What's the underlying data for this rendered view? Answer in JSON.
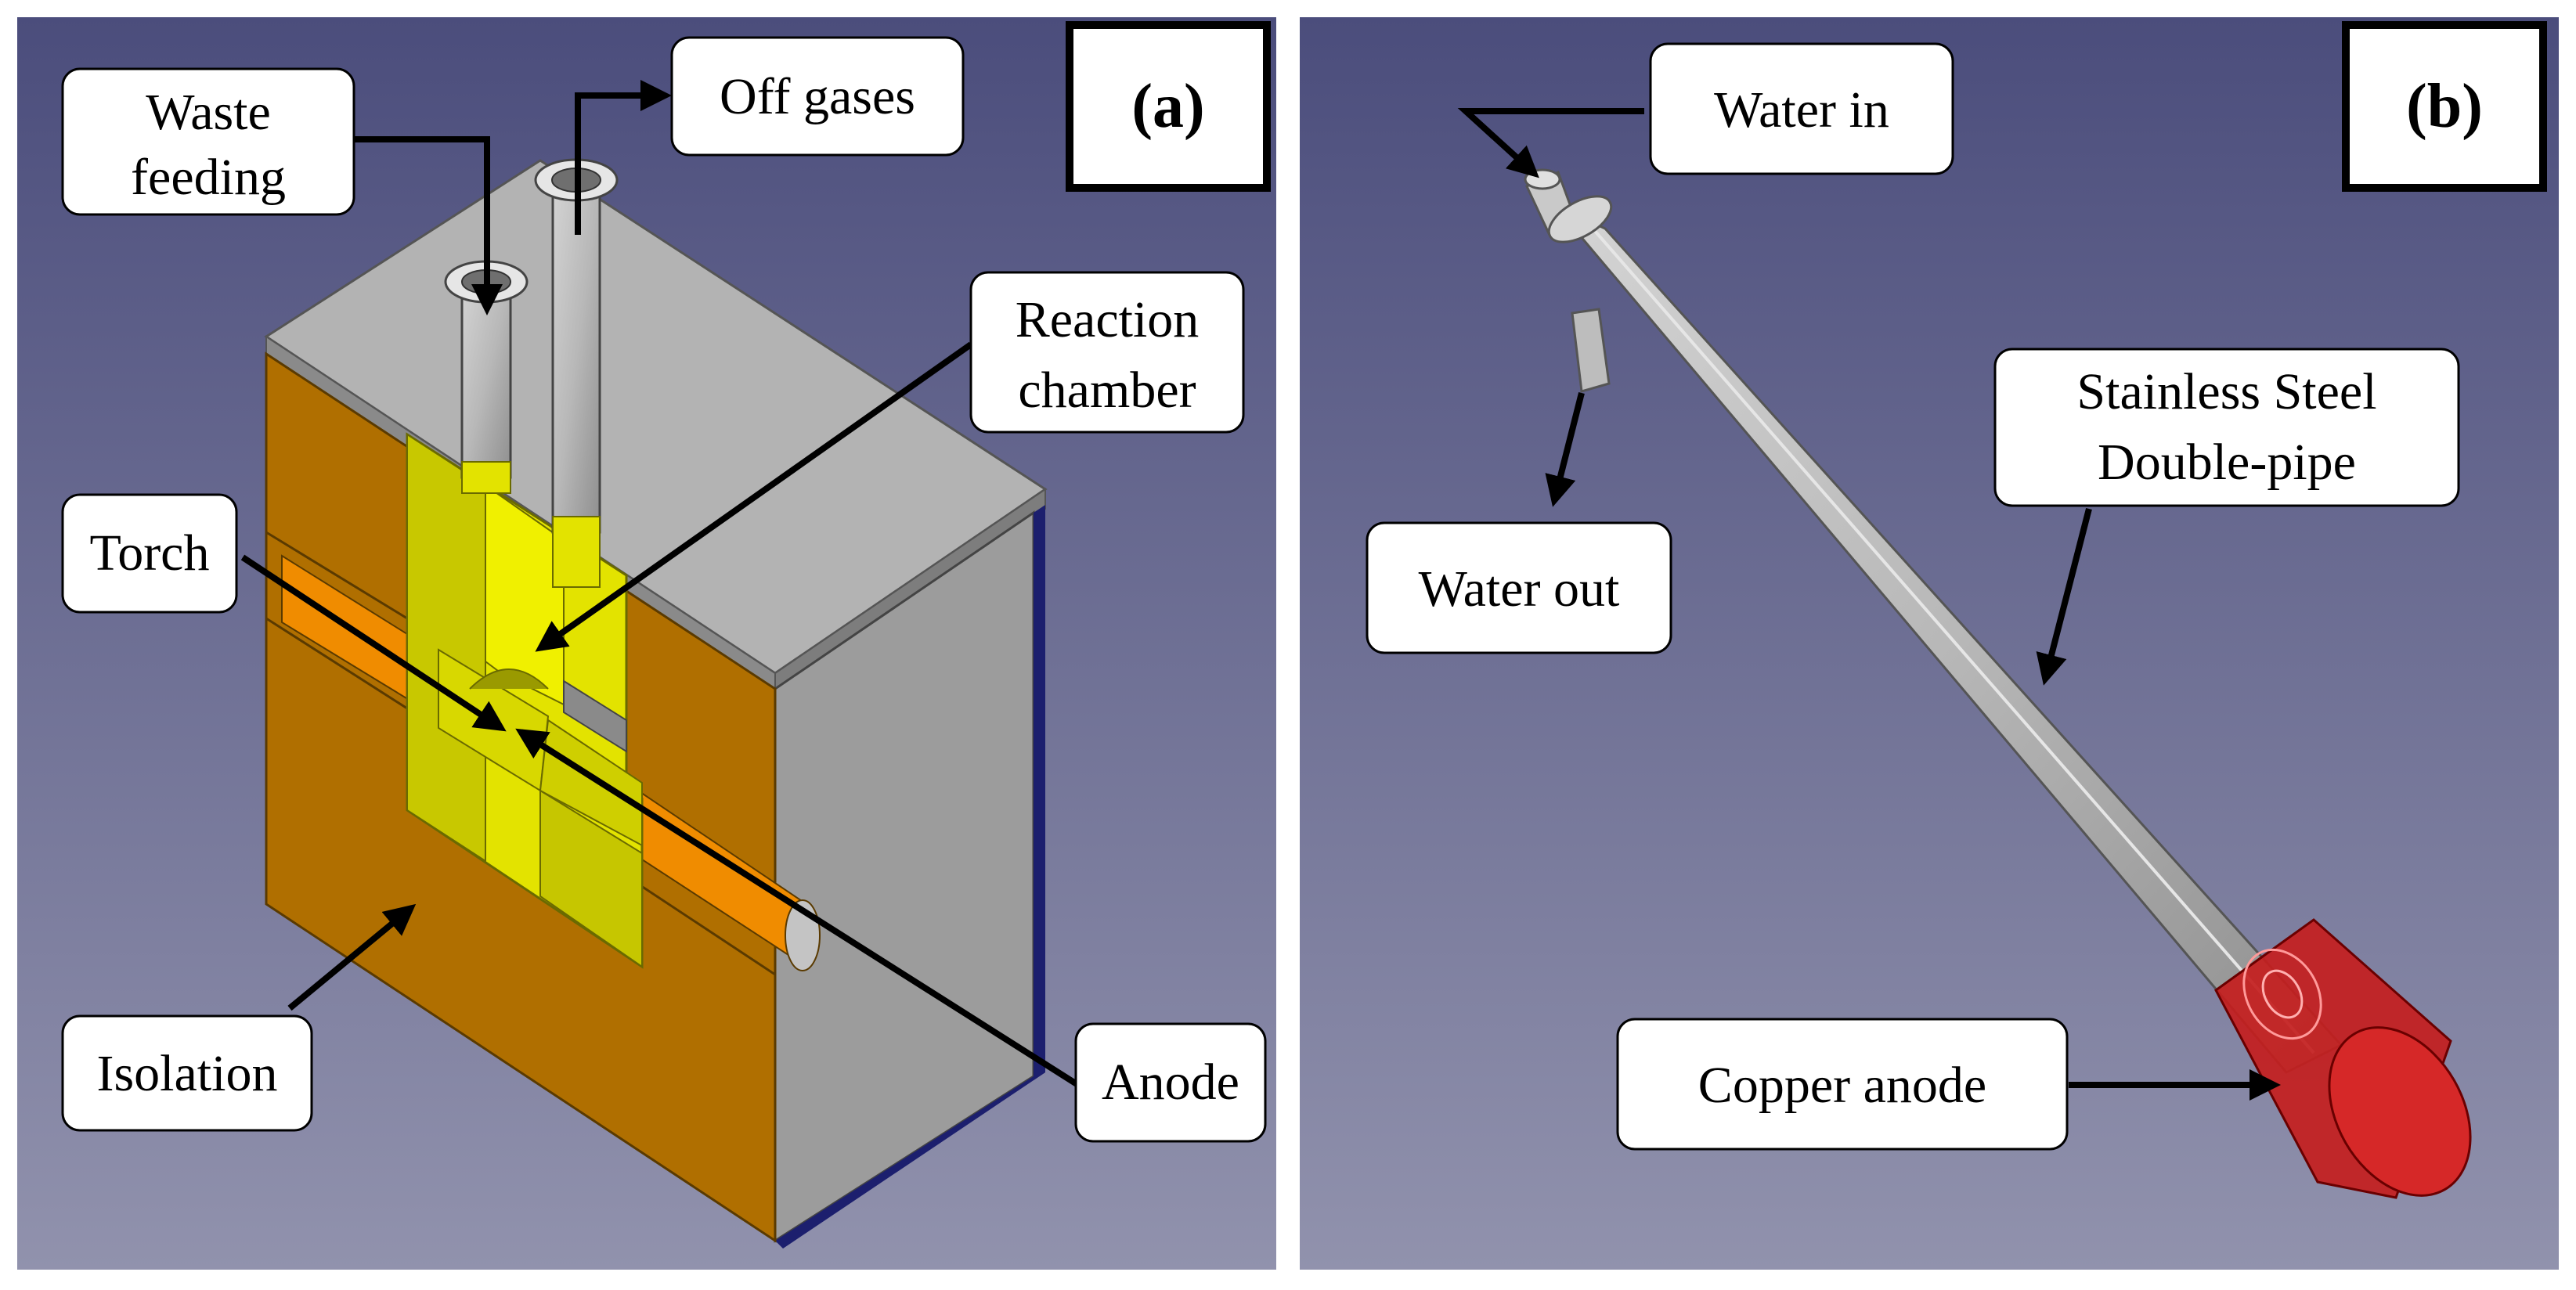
{
  "panel_a": {
    "tag": "(a)",
    "labels": {
      "waste_feeding": [
        "Waste",
        "feeding"
      ],
      "off_gases": "Off gases",
      "reaction_chamber": [
        "Reaction",
        "chamber"
      ],
      "torch": "Torch",
      "isolation": "Isolation",
      "anode": "Anode"
    },
    "colors": {
      "background_top": "#4c4f7e",
      "background_bottom": "#8e8fac",
      "isolation": "#b36f00",
      "chamber": "#e4e400",
      "steel": "#9a9a9a",
      "torch_bore": "#f08a00"
    }
  },
  "panel_b": {
    "tag": "(b)",
    "labels": {
      "water_in": "Water in",
      "water_out": "Water out",
      "stainless_steel": [
        "Stainless Steel",
        "Double-pipe"
      ],
      "copper_anode": "Copper anode"
    },
    "colors": {
      "pipe": "#b4b4b4",
      "copper": "#c41e1e"
    }
  }
}
